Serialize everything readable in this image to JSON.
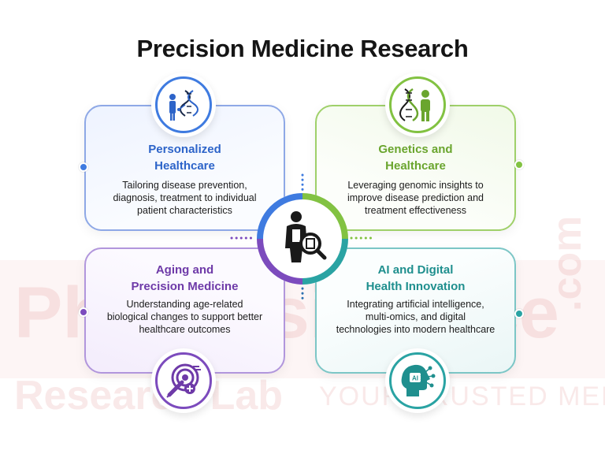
{
  "title": "Precision Medicine Research",
  "cards": [
    {
      "heading_line1": "Personalized",
      "heading_line2": "Healthcare",
      "body_line1": "Tailoring disease prevention,",
      "body_line2": "diagnosis, treatment to individual",
      "body_line3": "patient characteristics",
      "color": "#2d64c9",
      "icon": "people-dna-icon"
    },
    {
      "heading_line1": "Genetics and",
      "heading_line2": "Healthcare",
      "body_line1": "Leveraging genomic insights to",
      "body_line2": "improve disease prediction and",
      "body_line3": "treatment effectiveness",
      "color": "#6aa52e",
      "icon": "dna-person-icon"
    },
    {
      "heading_line1": "Aging and",
      "heading_line2": "Precision Medicine",
      "body_line1": "Understanding age-related",
      "body_line2": "biological changes to support better",
      "body_line3": "healthcare outcomes",
      "color": "#6e3aa8",
      "icon": "target-syringe-icon"
    },
    {
      "heading_line1": "AI and Digital",
      "heading_line2": "Health Innovation",
      "body_line1": "Integrating artificial intelligence,",
      "body_line2": "multi-omics, and digital",
      "body_line3": "technologies into modern healthcare",
      "color": "#1f8f8e",
      "icon": "ai-head-icon"
    }
  ],
  "center_icon": "researcher-magnifier-icon",
  "watermark": {
    "line1": "PhD Assistance",
    "line2": "Research Lab",
    "tagline": "YOUR TRUSTED MENTOR",
    "suffix": ".com"
  }
}
